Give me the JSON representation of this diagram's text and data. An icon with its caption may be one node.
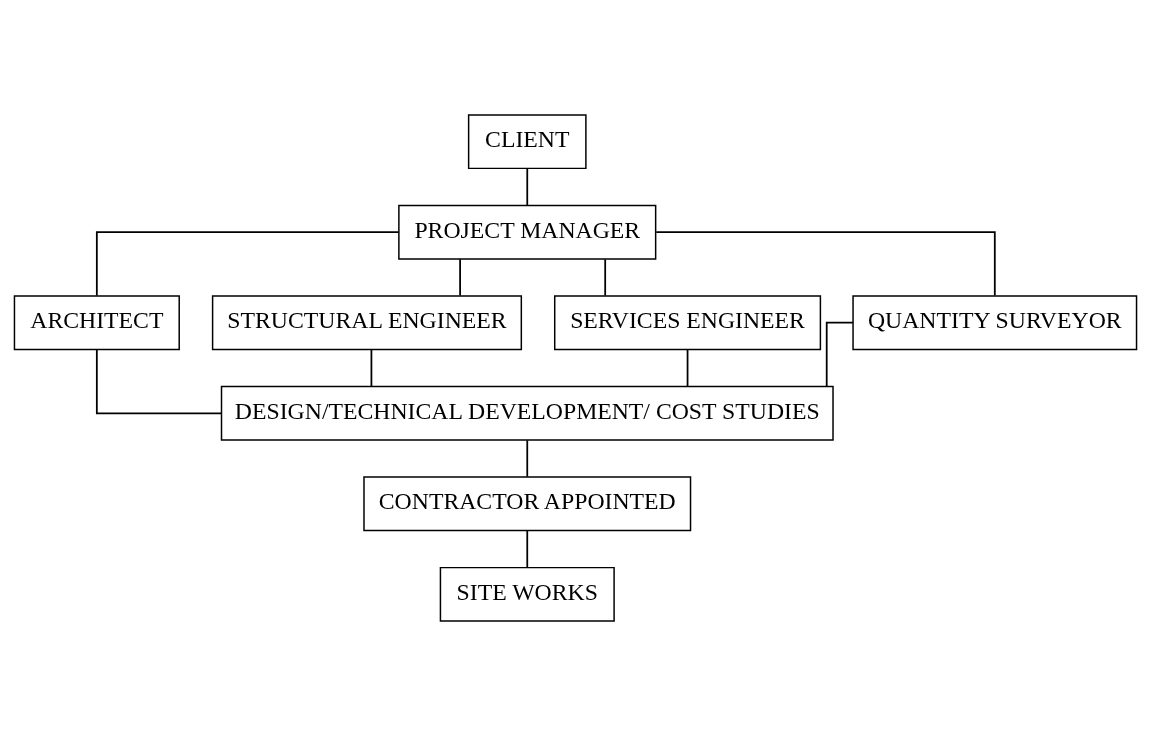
{
  "diagram": {
    "nodes": [
      {
        "text": [
          "CLIENT"
        ]
      },
      {
        "text": [
          "PROJECT MANAGER"
        ]
      },
      {
        "text": [
          "ARCHITECT"
        ]
      },
      {
        "text": [
          "STRUCTURAL ENGINEER"
        ]
      },
      {
        "text": [
          "SERVICES ENGINEER"
        ]
      },
      {
        "text": [
          "QUANTITY SURVEYOR"
        ]
      },
      {
        "text": [
          "DESIGN/TECHNICAL DEVELOPMENT/ COST STUDIES"
        ]
      },
      {
        "text": [
          "CONTRACTOR APPOINTED"
        ]
      },
      {
        "text": [
          "SITE WORKS"
        ]
      }
    ],
    "edges": [
      {
        "from": 0,
        "to": 1,
        "arrow": "none"
      },
      {
        "from": 1,
        "to": 2,
        "arrow": "none"
      },
      {
        "from": 1,
        "to": 3,
        "arrow": "none"
      },
      {
        "from": 1,
        "to": 4,
        "arrow": "none"
      },
      {
        "from": 1,
        "to": 5,
        "arrow": "none"
      },
      {
        "from": 2,
        "to": 6,
        "arrow": "none"
      },
      {
        "from": 3,
        "to": 6,
        "arrow": "none"
      },
      {
        "from": 4,
        "to": 6,
        "arrow": "none"
      },
      {
        "from": 5,
        "to": 6,
        "arrow": "none"
      },
      {
        "from": 6,
        "to": 7,
        "arrow": "none"
      },
      {
        "from": 7,
        "to": 8,
        "arrow": "none"
      }
    ]
  }
}
